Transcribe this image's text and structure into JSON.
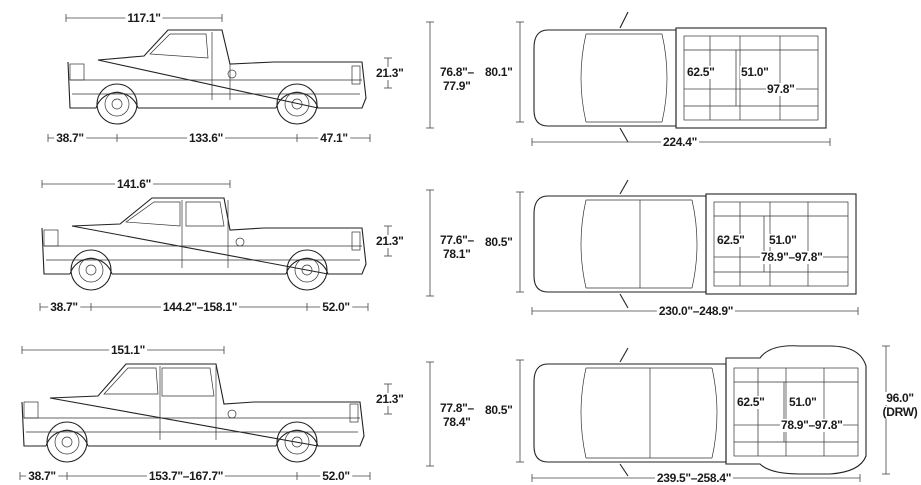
{
  "rows": [
    {
      "id": "regular-cab",
      "side": {
        "top_length": "117.1\"",
        "front_overhang": "38.7\"",
        "wheelbase": "133.6\"",
        "rear_overhang": "47.1\"",
        "bed_height": "21.3\"",
        "overall_height_min": "76.8\"–",
        "overall_height_max": "77.9\""
      },
      "top": {
        "width": "80.1\"",
        "bed_inner_width": "62.5\"",
        "between_wells": "51.0\"",
        "bed_length": "97.8\"",
        "overall_length": "224.4\""
      }
    },
    {
      "id": "double-cab",
      "side": {
        "top_length": "141.6\"",
        "front_overhang": "38.7\"",
        "wheelbase": "144.2\"–158.1\"",
        "rear_overhang": "52.0\"",
        "bed_height": "21.3\"",
        "overall_height_min": "77.6\"–",
        "overall_height_max": "78.1\""
      },
      "top": {
        "width": "80.5\"",
        "bed_inner_width": "62.5\"",
        "between_wells": "51.0\"",
        "bed_length": "78.9\"–97.8\"",
        "overall_length": "230.0\"–248.9\""
      }
    },
    {
      "id": "crew-cab",
      "side": {
        "top_length": "151.1\"",
        "front_overhang": "38.7\"",
        "wheelbase": "153.7\"–167.7\"",
        "rear_overhang": "52.0\"",
        "bed_height": "21.3\"",
        "overall_height_min": "77.8\"–",
        "overall_height_max": "78.4\""
      },
      "top": {
        "width": "80.5\"",
        "bed_inner_width": "62.5\"",
        "between_wells": "51.0\"",
        "bed_length": "78.9\"–97.8\"",
        "overall_length": "239.5\"–258.4\"",
        "drw_width": "96.0\"",
        "drw_note": "(DRW)"
      }
    }
  ]
}
